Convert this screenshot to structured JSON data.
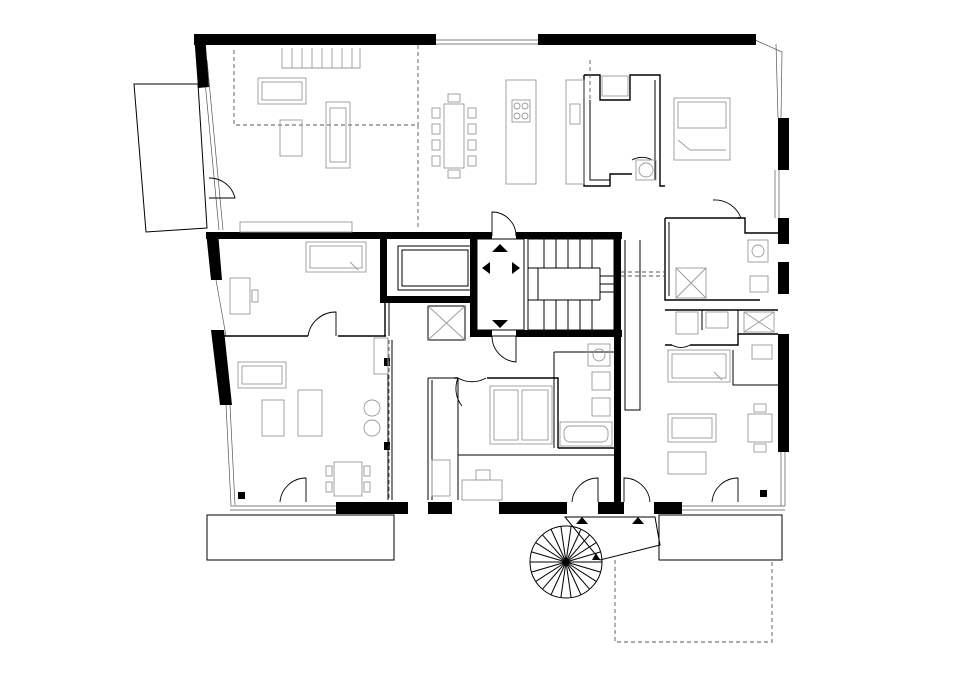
{
  "drawing": {
    "kind": "architectural-floor-plan",
    "view": "plan",
    "style": "black walls, grey furniture, dashed hidden lines",
    "colors": {
      "wall": "#000000",
      "furniture": "#9a9a9a",
      "background": "#ffffff"
    }
  },
  "rooms": [
    {
      "id": "living-dining-kitchen",
      "type": "open-plan"
    },
    {
      "id": "bedroom-north-west",
      "type": "bedroom"
    },
    {
      "id": "living-west",
      "type": "living-room"
    },
    {
      "id": "bedroom-center",
      "type": "bedroom"
    },
    {
      "id": "bathroom-center",
      "type": "bathroom"
    },
    {
      "id": "stair-core",
      "type": "staircase"
    },
    {
      "id": "bathroom-east",
      "type": "bathroom"
    },
    {
      "id": "bedroom-east",
      "type": "bedroom"
    },
    {
      "id": "living-east",
      "type": "living-room"
    }
  ],
  "features": {
    "spiral_stair": true,
    "balconies": 4,
    "north_arrow": false
  }
}
